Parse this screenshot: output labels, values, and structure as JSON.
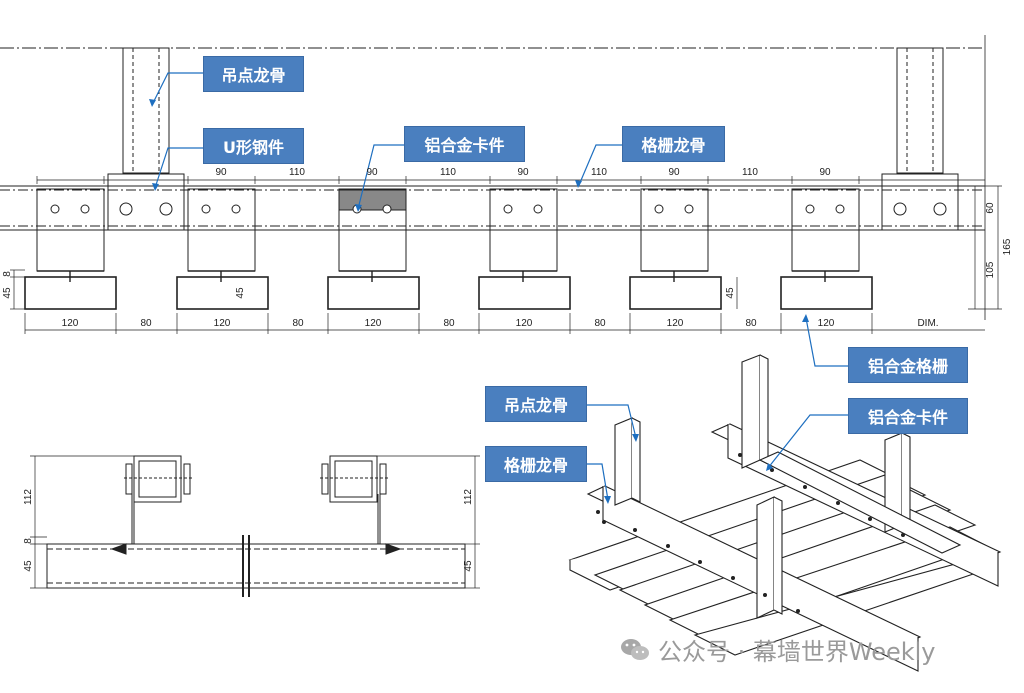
{
  "labels": {
    "hanger_joist_top": "吊点龙骨",
    "u_bracket": "U形钢件",
    "alu_clip_top": "铝合金卡件",
    "grille_joist_top": "格栅龙骨",
    "alu_grille": "铝合金格栅",
    "hanger_joist_iso": "吊点龙骨",
    "alu_clip_iso": "铝合金卡件",
    "grille_joist_iso": "格栅龙骨"
  },
  "dims": {
    "top_row": [
      "90",
      "110",
      "90",
      "110",
      "90",
      "110",
      "90",
      "110",
      "90"
    ],
    "bottom_row": [
      "120",
      "80",
      "120",
      "80",
      "120",
      "80",
      "120",
      "80",
      "120",
      "DIM."
    ],
    "right": [
      "60",
      "165",
      "105"
    ],
    "left_small": [
      "8",
      "45"
    ],
    "mid_45": "45",
    "side_view": [
      "112",
      "8",
      "45",
      "112",
      "45"
    ]
  },
  "watermark": {
    "icon": "wechat-icon",
    "text": "公众号 · 幕墙世界Weekly"
  }
}
